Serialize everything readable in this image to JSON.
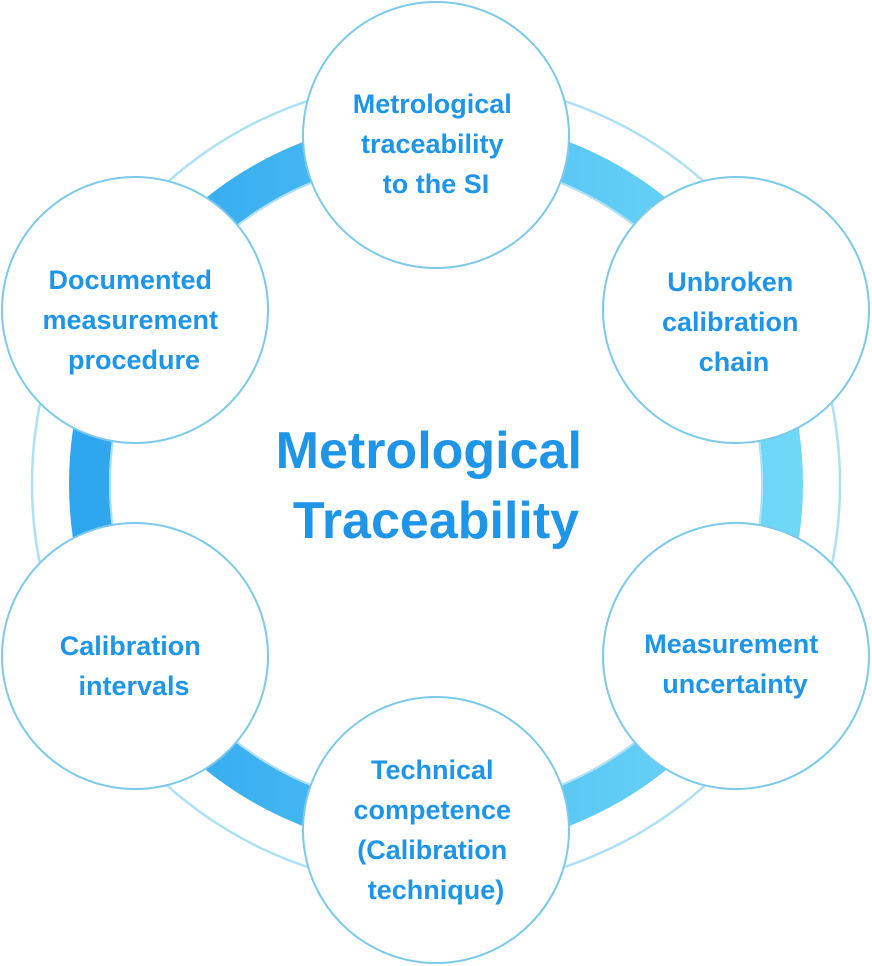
{
  "colors": {
    "ring_outline": "#aee0f5",
    "band_left": "#2ea6ef",
    "band_right": "#6fd8f7",
    "node_fill": "#ffffff",
    "node_stroke": "#7cc9ea",
    "text": "#1e95e6"
  },
  "center": {
    "line1": "Metrological",
    "line2": "Traceability"
  },
  "nodes": [
    {
      "id": "top",
      "lines": [
        "Metrological",
        "traceability",
        "to the SI"
      ]
    },
    {
      "id": "upper-right",
      "lines": [
        "Unbroken",
        "calibration",
        "chain"
      ]
    },
    {
      "id": "lower-right",
      "lines": [
        "Measurement",
        "uncertainty"
      ]
    },
    {
      "id": "bottom",
      "lines": [
        "Technical",
        "competence",
        "(Calibration",
        "technique)"
      ]
    },
    {
      "id": "lower-left",
      "lines": [
        "Calibration",
        "intervals"
      ]
    },
    {
      "id": "upper-left",
      "lines": [
        "Documented",
        "measurement",
        "procedure"
      ]
    }
  ]
}
